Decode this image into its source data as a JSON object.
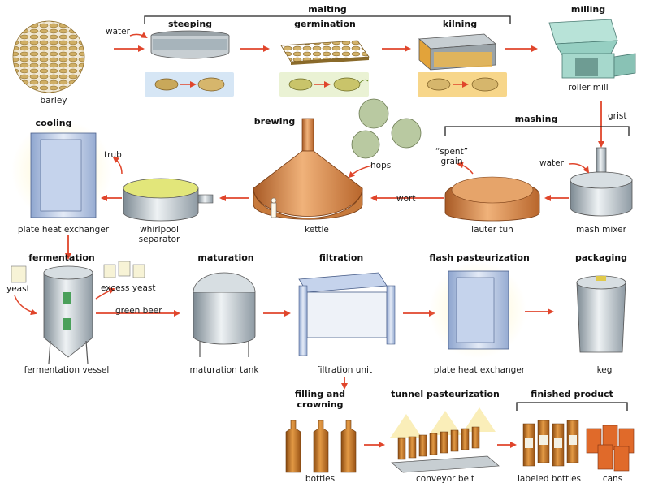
{
  "stages": {
    "malting": "malting",
    "milling": "milling",
    "mashing": "mashing",
    "brewing": "brewing",
    "cooling": "cooling",
    "fermentation": "fermentation",
    "maturation": "maturation",
    "filtration": "filtration",
    "flash_pasteurization": "flash pasteurization",
    "packaging": "packaging",
    "filling_line1": "filling and",
    "filling_line2": "crowning",
    "tunnel_pasteurization": "tunnel pasteurization",
    "finished_product": "finished product"
  },
  "steps": {
    "steeping": "steeping",
    "germination": "germination",
    "kilning": "kilning"
  },
  "labels": {
    "barley": "barley",
    "water_in": "water",
    "roller_mill": "roller mill",
    "grist": "grist",
    "water_mash": "water",
    "mash_mixer": "mash mixer",
    "spent_grain_line1": "“spent”",
    "spent_grain_line2": "grain",
    "lauter_tun": "lauter tun",
    "wort": "wort",
    "hops": "hops",
    "kettle": "kettle",
    "trub": "trub",
    "whirlpool_line1": "whirlpool",
    "whirlpool_line2": "separator",
    "plate_heat_exchanger_1": "plate heat exchanger",
    "yeast": "yeast",
    "excess_yeast": "excess yeast",
    "green_beer": "green beer",
    "fermentation_vessel": "fermentation vessel",
    "maturation_tank": "maturation tank",
    "filtration_unit": "filtration unit",
    "plate_heat_exchanger_2": "plate heat exchanger",
    "keg": "keg",
    "bottles": "bottles",
    "conveyor_belt": "conveyor belt",
    "labeled_bottles": "labeled bottles",
    "cans": "cans"
  },
  "colors": {
    "arrow": "#e0452b",
    "copper": "#d9894a",
    "steel": "#b9c4cc",
    "bottle": "#c9731e",
    "grain": "#c9a85a"
  }
}
